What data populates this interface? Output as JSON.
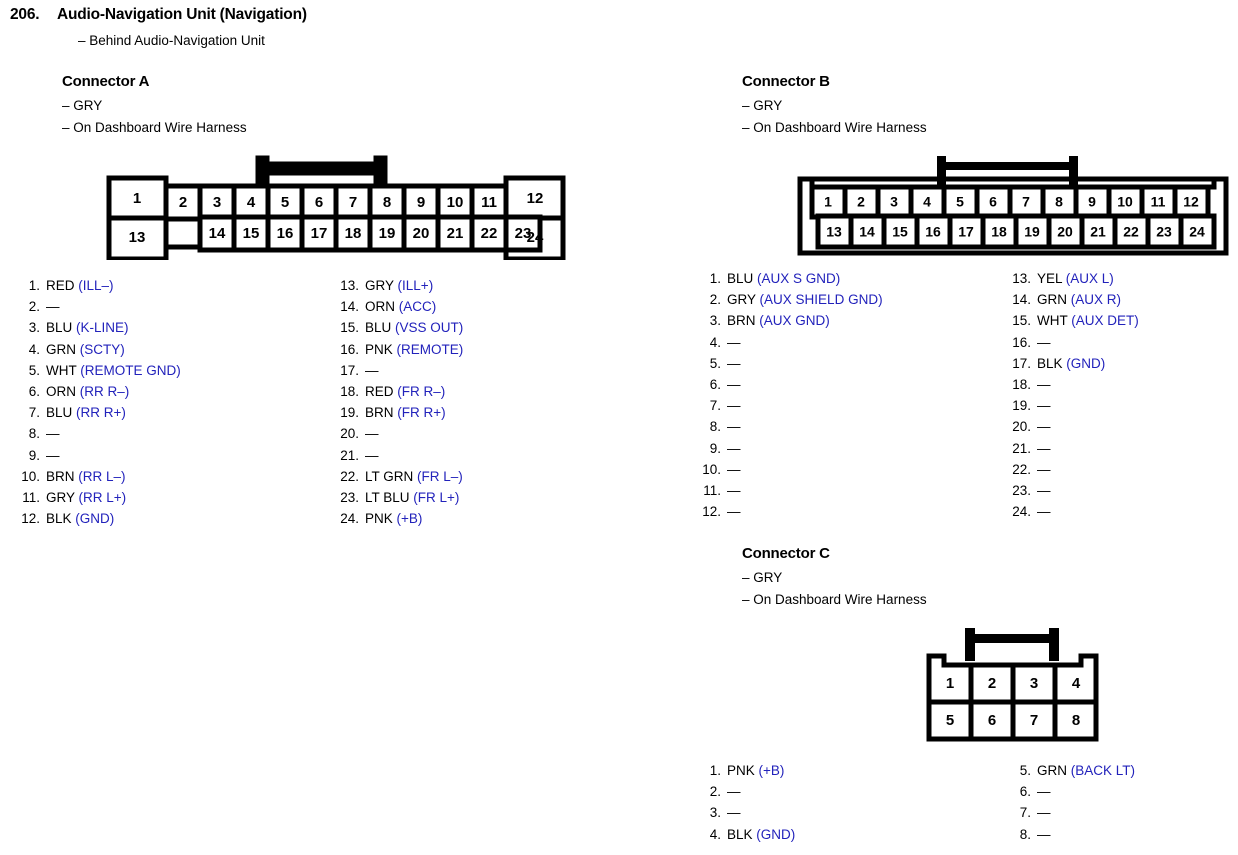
{
  "document": {
    "section_number": "206.",
    "section_title": "Audio-Navigation Unit (Navigation)",
    "section_location": "– Behind Audio-Navigation Unit",
    "signal_color": "#2222bb",
    "wire_color_color": "#000000",
    "empty_pin_marker": "—"
  },
  "connector_a": {
    "title": "Connector A",
    "color_line": "– GRY",
    "harness_line": "– On Dashboard Wire Harness",
    "diagram": {
      "type": "24-pin-dual-row",
      "top_row": [
        "1",
        "2",
        "3",
        "4",
        "5",
        "6",
        "7",
        "8",
        "9",
        "10",
        "11",
        "12"
      ],
      "bottom_row": [
        "13",
        "14",
        "15",
        "16",
        "17",
        "18",
        "19",
        "20",
        "21",
        "22",
        "23",
        "24"
      ],
      "latch_span": "5-8"
    },
    "pins_left": [
      {
        "num": "1.",
        "color": "RED",
        "signal": "(ILL–)"
      },
      {
        "num": "2.",
        "color": "",
        "signal": ""
      },
      {
        "num": "3.",
        "color": "BLU",
        "signal": "(K-LINE)"
      },
      {
        "num": "4.",
        "color": "GRN",
        "signal": "(SCTY)"
      },
      {
        "num": "5.",
        "color": "WHT",
        "signal": "(REMOTE GND)"
      },
      {
        "num": "6.",
        "color": "ORN",
        "signal": "(RR R–)"
      },
      {
        "num": "7.",
        "color": "BLU",
        "signal": "(RR R+)"
      },
      {
        "num": "8.",
        "color": "",
        "signal": ""
      },
      {
        "num": "9.",
        "color": "",
        "signal": ""
      },
      {
        "num": "10.",
        "color": "BRN",
        "signal": "(RR L–)"
      },
      {
        "num": "11.",
        "color": "GRY",
        "signal": "(RR L+)"
      },
      {
        "num": "12.",
        "color": "BLK",
        "signal": "(GND)"
      }
    ],
    "pins_right": [
      {
        "num": "13.",
        "color": "GRY",
        "signal": "(ILL+)"
      },
      {
        "num": "14.",
        "color": "ORN",
        "signal": "(ACC)"
      },
      {
        "num": "15.",
        "color": "BLU",
        "signal": "(VSS OUT)"
      },
      {
        "num": "16.",
        "color": "PNK",
        "signal": "(REMOTE)"
      },
      {
        "num": "17.",
        "color": "",
        "signal": ""
      },
      {
        "num": "18.",
        "color": "RED",
        "signal": "(FR R–)"
      },
      {
        "num": "19.",
        "color": "BRN",
        "signal": "(FR R+)"
      },
      {
        "num": "20.",
        "color": "",
        "signal": ""
      },
      {
        "num": "21.",
        "color": "",
        "signal": ""
      },
      {
        "num": "22.",
        "color": "LT GRN",
        "signal": "(FR L–)"
      },
      {
        "num": "23.",
        "color": "LT BLU",
        "signal": "(FR L+)"
      },
      {
        "num": "24.",
        "color": "PNK",
        "signal": "(+B)"
      }
    ]
  },
  "connector_b": {
    "title": "Connector B",
    "color_line": "– GRY",
    "harness_line": "– On Dashboard Wire Harness",
    "diagram": {
      "type": "24-pin-dual-row",
      "top_row": [
        "1",
        "2",
        "3",
        "4",
        "5",
        "6",
        "7",
        "8",
        "9",
        "10",
        "11",
        "12"
      ],
      "bottom_row": [
        "13",
        "14",
        "15",
        "16",
        "17",
        "18",
        "19",
        "20",
        "21",
        "22",
        "23",
        "24"
      ],
      "latch_span": "5-8"
    },
    "pins_left": [
      {
        "num": "1.",
        "color": "BLU",
        "signal": "(AUX S GND)"
      },
      {
        "num": "2.",
        "color": "GRY",
        "signal": "(AUX SHIELD GND)"
      },
      {
        "num": "3.",
        "color": "BRN",
        "signal": "(AUX GND)"
      },
      {
        "num": "4.",
        "color": "",
        "signal": ""
      },
      {
        "num": "5.",
        "color": "",
        "signal": ""
      },
      {
        "num": "6.",
        "color": "",
        "signal": ""
      },
      {
        "num": "7.",
        "color": "",
        "signal": ""
      },
      {
        "num": "8.",
        "color": "",
        "signal": ""
      },
      {
        "num": "9.",
        "color": "",
        "signal": ""
      },
      {
        "num": "10.",
        "color": "",
        "signal": ""
      },
      {
        "num": "11.",
        "color": "",
        "signal": ""
      },
      {
        "num": "12.",
        "color": "",
        "signal": ""
      }
    ],
    "pins_right": [
      {
        "num": "13.",
        "color": "YEL",
        "signal": "(AUX L)"
      },
      {
        "num": "14.",
        "color": "GRN",
        "signal": "(AUX R)"
      },
      {
        "num": "15.",
        "color": "WHT",
        "signal": "(AUX DET)"
      },
      {
        "num": "16.",
        "color": "",
        "signal": ""
      },
      {
        "num": "17.",
        "color": "BLK",
        "signal": "(GND)"
      },
      {
        "num": "18.",
        "color": "",
        "signal": ""
      },
      {
        "num": "19.",
        "color": "",
        "signal": ""
      },
      {
        "num": "20.",
        "color": "",
        "signal": ""
      },
      {
        "num": "21.",
        "color": "",
        "signal": ""
      },
      {
        "num": "22.",
        "color": "",
        "signal": ""
      },
      {
        "num": "23.",
        "color": "",
        "signal": ""
      },
      {
        "num": "24.",
        "color": "",
        "signal": ""
      }
    ]
  },
  "connector_c": {
    "title": "Connector C",
    "color_line": "– GRY",
    "harness_line": "– On Dashboard Wire Harness",
    "diagram": {
      "type": "8-pin-dual-row",
      "top_row": [
        "1",
        "2",
        "3",
        "4"
      ],
      "bottom_row": [
        "5",
        "6",
        "7",
        "8"
      ],
      "latch_span": "2-3"
    },
    "pins_left": [
      {
        "num": "1.",
        "color": "PNK",
        "signal": "(+B)"
      },
      {
        "num": "2.",
        "color": "",
        "signal": ""
      },
      {
        "num": "3.",
        "color": "",
        "signal": ""
      },
      {
        "num": "4.",
        "color": "BLK",
        "signal": "(GND)"
      }
    ],
    "pins_right": [
      {
        "num": "5.",
        "color": "GRN",
        "signal": "(BACK LT)"
      },
      {
        "num": "6.",
        "color": "",
        "signal": ""
      },
      {
        "num": "7.",
        "color": "",
        "signal": ""
      },
      {
        "num": "8.",
        "color": "",
        "signal": ""
      }
    ]
  }
}
